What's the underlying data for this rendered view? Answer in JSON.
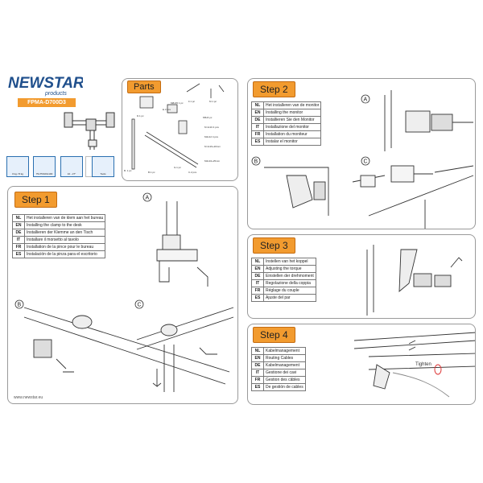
{
  "brand": {
    "logo_top": "NEWSTAR",
    "logo_bottom": "products",
    "model": "FPMA-D700D3"
  },
  "specs": [
    {
      "label": "0 kg / 8 kg"
    },
    {
      "label": "75x75/100x100"
    },
    {
      "label": "10 - 27\""
    },
    {
      "label": ""
    },
    {
      "label": "Tools"
    }
  ],
  "parts": {
    "title": "Parts",
    "labels": [
      {
        "id": "A",
        "text": "D.1 pc"
      },
      {
        "id": "B",
        "text": "E.3 pcs"
      },
      {
        "id": "C",
        "text": "F.1 pc"
      },
      {
        "id": "D",
        "text": "M8x35 1 pc"
      },
      {
        "id": "E",
        "text": "M 1 pc"
      },
      {
        "id": "F",
        "text": "M5x6 pc"
      },
      {
        "id": "G",
        "text": "M 4x10 4 pcs"
      },
      {
        "id": "H",
        "text": "M4x12 4 pcs"
      },
      {
        "id": "I",
        "text": "M 4x16+20mm"
      },
      {
        "id": "J",
        "text": "M4x10+25mm"
      },
      {
        "id": "K",
        "text": "B. 1 pc"
      },
      {
        "id": "L",
        "text": "G.1 pc"
      },
      {
        "id": "M",
        "text": "B.1 pc"
      },
      {
        "id": "N",
        "text": "C.2 pcs"
      }
    ]
  },
  "step1": {
    "title": "Step 1",
    "rows": [
      {
        "code": "NL",
        "text": "Het installeren van de klem aan het bureau"
      },
      {
        "code": "EN",
        "text": "Installing the clamp to the desk"
      },
      {
        "code": "DE",
        "text": "Installieren der Klemme an den Tisch"
      },
      {
        "code": "IT",
        "text": "Installare il morsetto al tavolo"
      },
      {
        "code": "FR",
        "text": "Installation de la pince pour le bureau"
      },
      {
        "code": "ES",
        "text": "Instalación de la pinza para el escritorio"
      }
    ],
    "markers": [
      "A",
      "B",
      "C"
    ]
  },
  "step2": {
    "title": "Step 2",
    "rows": [
      {
        "code": "NL",
        "text": "Het installeren van de monitor"
      },
      {
        "code": "EN",
        "text": "Installing the monitor"
      },
      {
        "code": "DE",
        "text": "Installieren Sie den Monitor"
      },
      {
        "code": "IT",
        "text": "Installazione del monitor"
      },
      {
        "code": "FR",
        "text": "Installation du moniteur"
      },
      {
        "code": "ES",
        "text": "Instalar el monitor"
      }
    ],
    "markers": [
      "A",
      "B",
      "C"
    ]
  },
  "step3": {
    "title": "Step 3",
    "rows": [
      {
        "code": "NL",
        "text": "Instellen van het koppel"
      },
      {
        "code": "EN",
        "text": "Adjusting the torque"
      },
      {
        "code": "DE",
        "text": "Einstellen der drehmoment"
      },
      {
        "code": "IT",
        "text": "Regolazione della coppia"
      },
      {
        "code": "FR",
        "text": "Réglage du couple"
      },
      {
        "code": "ES",
        "text": "Ajuste del par"
      }
    ]
  },
  "step4": {
    "title": "Step 4",
    "rows": [
      {
        "code": "NL",
        "text": "Kabelmanagement"
      },
      {
        "code": "EN",
        "text": "Routing Cables"
      },
      {
        "code": "DE",
        "text": "Kabelmanagement"
      },
      {
        "code": "IT",
        "text": "Gestione dei cavi"
      },
      {
        "code": "FR",
        "text": "Gestion des câbles"
      },
      {
        "code": "ES",
        "text": "De gestión de cables"
      }
    ],
    "annotation": "Tighten"
  },
  "footer": {
    "website": "www.newstar.eu"
  },
  "colors": {
    "accent": "#f29b2f",
    "logo_blue": "#1f4f8c",
    "border": "#9a9a9a"
  }
}
